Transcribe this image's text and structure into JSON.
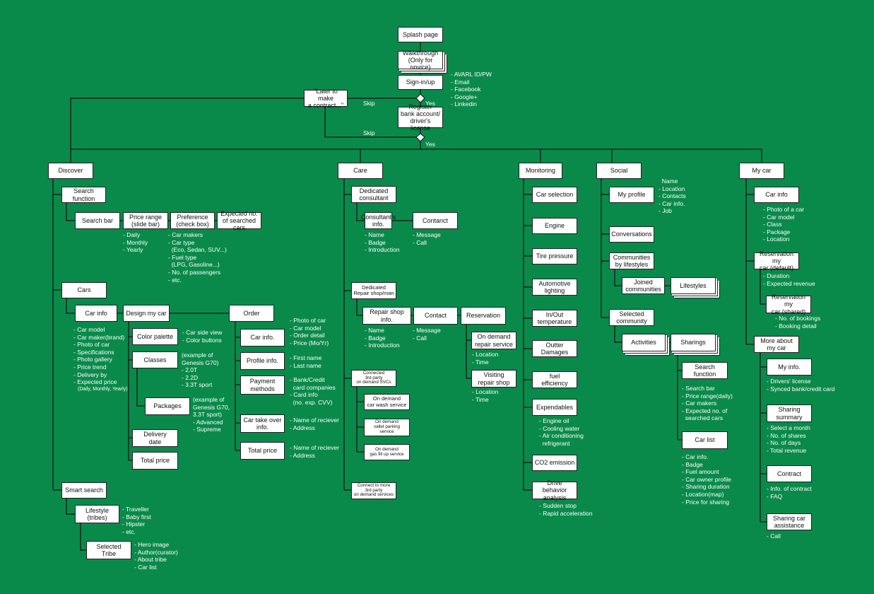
{
  "nodes": {
    "splash": "Splash page",
    "walkthrough": "Walkthrough\n(Only for novice)",
    "signin": "Sign-in/up",
    "later": "\"Later to make\na contract...\"",
    "register": "Register\nbank account/\ndriver's license",
    "discover": "Discover",
    "care": "Care",
    "monitoring": "Monitoring",
    "social": "Social",
    "mycar": "My car",
    "search_function": "Search\nfunction",
    "search_bar": "Search bar",
    "price_range": "Price range\n(slide bar)",
    "preference": "Preference\n(check box)",
    "expected_no": "Expected no.\nof searched cars",
    "cars": "Cars",
    "car_info": "Car info",
    "design_my_car": "Design my car",
    "color_palette": "Color palette",
    "classes": "Classes",
    "packages": "Packages",
    "delivery_date": "Delivery\ndate",
    "total_price": "Total price",
    "order": "Order",
    "order_car_info": "Car info.",
    "profile_info": "Profile info.",
    "payment_methods": "Payment\nmethods",
    "car_take_over": "Car take over\ninfo.",
    "order_total_price": "Total price",
    "smart_search": "Smart search",
    "lifestyle": "Lifestyle\n(tribes)",
    "selected_tribe": "Selected\nTribe",
    "dedicated_consultant": "Dedicated\nconsultant",
    "consultant_info": "Consultant's\ninfo.",
    "consultant_contact": "Contanct",
    "dedicated_repair": "Dedicated\nRepair shop/man",
    "repair_shop_info": "Repair shop\ninfo.",
    "repair_contact": "Contact",
    "reservation": "Reservation",
    "on_demand_repair": "On demand\nrepair service",
    "visiting_repair": "Visiting\nrepair shop",
    "connected_3rd": "Connected\n3rd party\non demand SVCs",
    "car_wash": "On demand\ncar wash service",
    "vallet": "On demand\nvallet parking\nservice",
    "gas": "On demand\ngas fill up service",
    "connect_more": "Connect to more\n3rd party\non demand services",
    "car_selection": "Car selection",
    "engine": "Engine",
    "tire": "Tire pressure",
    "lighting": "Automotive\nlighting",
    "temperature": "In/Out\ntemperature",
    "damages": "Outter\nDamages",
    "fuel": "fuel\nefficiency",
    "expendables": "Expendables",
    "co2": "CO2 emission",
    "drive_behavior": "Drive behavior\nanalysis",
    "my_profile": "My profile",
    "conversations": "Conversations",
    "communities": "Communities\nby lifestyles",
    "joined": "Joined\ncommunities",
    "lifestyles": "Lifestyles",
    "selected_community": "Selected\ncommunity",
    "activities": "Activities",
    "sharings": "Sharings",
    "social_search": "Search function",
    "car_list": "Car list",
    "mycar_info": "Car info",
    "reservation_default": "Reservation my\ncar (default)",
    "reservation_shared": "Reservation my\ncar (shared)",
    "more_about": "More about\nmy car",
    "my_info": "My info.",
    "sharing_summary": "Sharing\nsummary",
    "contract": "Contract",
    "assistance": "Sharing car\nassistance"
  },
  "notes": {
    "signin": "- AVARL ID/PW\n- Email\n- Facebook\n- Google+\n- Linkedin",
    "price_range": "- Daily\n- Monthly\n- Yearly",
    "preference": "- Car makers\n- Car type\n  (Eco, Sedan, SUV...)\n- Fuel type\n  (LPG, Gasoline...)\n- No. of passengers\n- etc.",
    "car_info": "- Car model\n- Car maker(brand)\n- Photo of car\n- Specifications\n- Photo gallery\n- Price trend\n- Delivery by\n- Expected price",
    "car_info_small": "(Daily, Monthly, Yearly)",
    "color_palette": "- Car side view\n- Color buttons",
    "classes": "(example of\nGenesis G70)\n- 2.0T\n- 2.2D\n- 3.3T sport",
    "packages": "(example of\nGenesis G70,\n3.3T sport)\n- Advanced\n- Supreme",
    "order_car_info": "- Photo of car\n- Car model\n- Order detail\n- Price (Mo/Yr)",
    "profile_info": "- First name\n- Last name",
    "payment": "- Bank/Credit\n  card companies\n- Card info\n  (no. exp. CVV)",
    "take_over": "- Name of reciever\n- Address",
    "order_total": "- Name of reciever\n- Address",
    "lifestyle": "- Traveller\n- Baby first\n- Hipster\n- etc.",
    "tribe": "- Hero image\n- Author(curator)\n- About tribe\n- Car list",
    "consultant_info": "- Name\n- Badge\n- Introduction",
    "consultant_contact": "- Message\n- Call",
    "repair_info": "- Name\n- Badge\n- Introduction",
    "repair_contact": "- Message\n- Call",
    "on_demand_repair": "- Location\n- Time",
    "visiting_repair": "- Location\n- Time",
    "expendables": "- Engine oil\n- Cooling water\n- Air conditioning\n  refrigerant",
    "drive_behavior": "- Sudden stop\n- Rapid acceleration",
    "my_profile": "  Name\n- Location\n- Contacts\n- Car info.\n- Job",
    "social_search": "- Search bar\n- Price range(daily)\n- Car makers\n- Expected no. of\n  searched cars",
    "car_list": "- Car info.\n- Badge\n- Fuel amount\n- Car owner profile\n- Sharing duration\n- Location(map)\n- Price for sharing",
    "mycar_info": "- Photo of a car\n- Car model\n- Class\n- Package\n- Location",
    "reservation_default": "- Duration\n- Expected revenue",
    "reservation_shared": "- No. of bookings\n- Booking detail",
    "my_info": "- Drivers' license\n- Synced bank/credit card",
    "sharing_summary": "- Select a month\n- No. of shares\n- No. of days\n- Total revenue",
    "contract": "- Info. of contract\n- FAQ",
    "assistance": "- Call"
  },
  "labels": {
    "skip1": "Skip",
    "yes1": "Yes",
    "skip2": "Skip",
    "yes2": "Yes"
  }
}
